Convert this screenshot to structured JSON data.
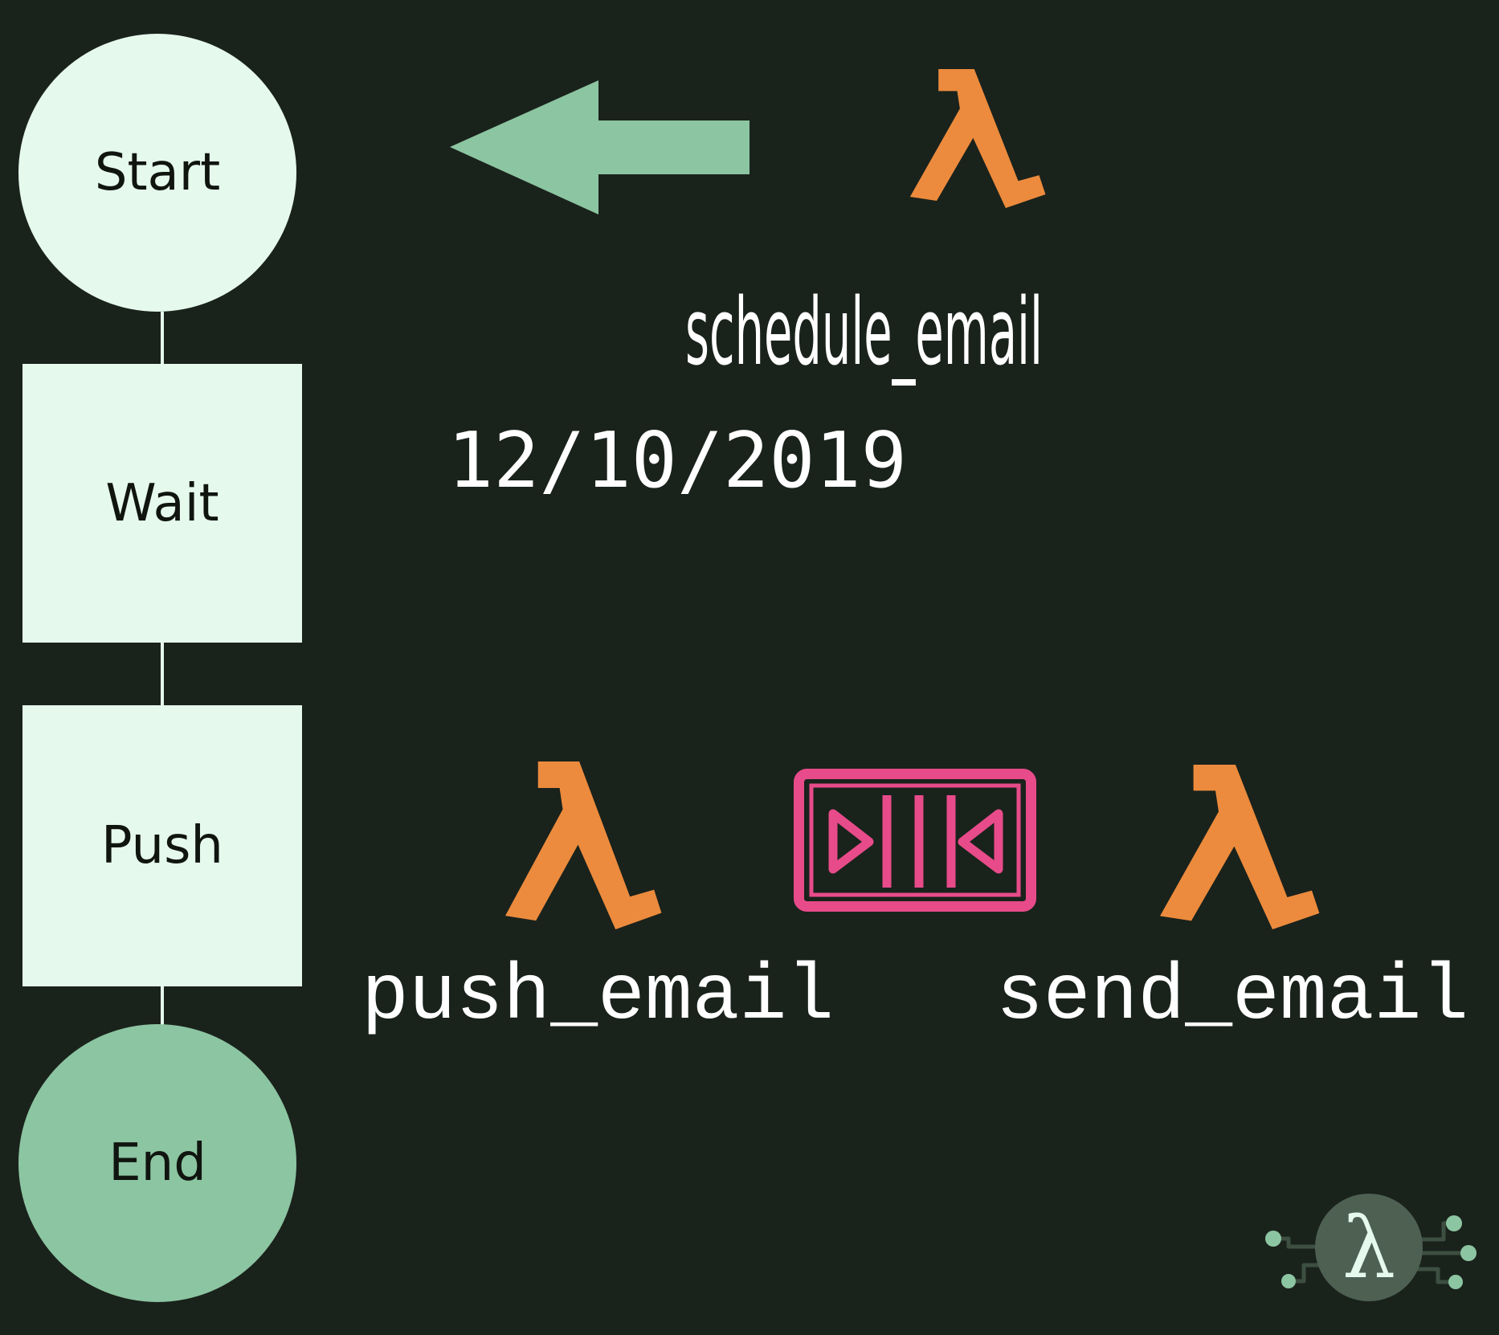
{
  "palette": {
    "background": "#1a221c",
    "node_light_fill": "#e6f9ed",
    "node_green_fill": "#8cc5a1",
    "arrow_green": "#8cc5a1",
    "lambda_orange": "#ec8b3d",
    "queue_pink": "#e84b8a",
    "label_white": "#ffffff",
    "node_text_dark": "#101510",
    "logo_circle_fill": "#4d6052",
    "logo_trace_green": "#3c4f41",
    "logo_dot_green": "#8cc5a1"
  },
  "flowchart": {
    "nodes": [
      {
        "label": "Start",
        "shape": "circle"
      },
      {
        "label": "Wait",
        "shape": "square"
      },
      {
        "label": "Push",
        "shape": "square"
      },
      {
        "label": "End",
        "shape": "circle"
      }
    ]
  },
  "labels": {
    "schedule_email": "schedule_email",
    "date": "12/10/2019",
    "push_email": "push_email",
    "send_email": "send_email"
  },
  "icons": {
    "arrow": "left-arrow",
    "lambda": "aws-lambda",
    "queue": "message-queue",
    "logo": "lambda-circuit-logo",
    "logo_lambda_char": "λ"
  }
}
